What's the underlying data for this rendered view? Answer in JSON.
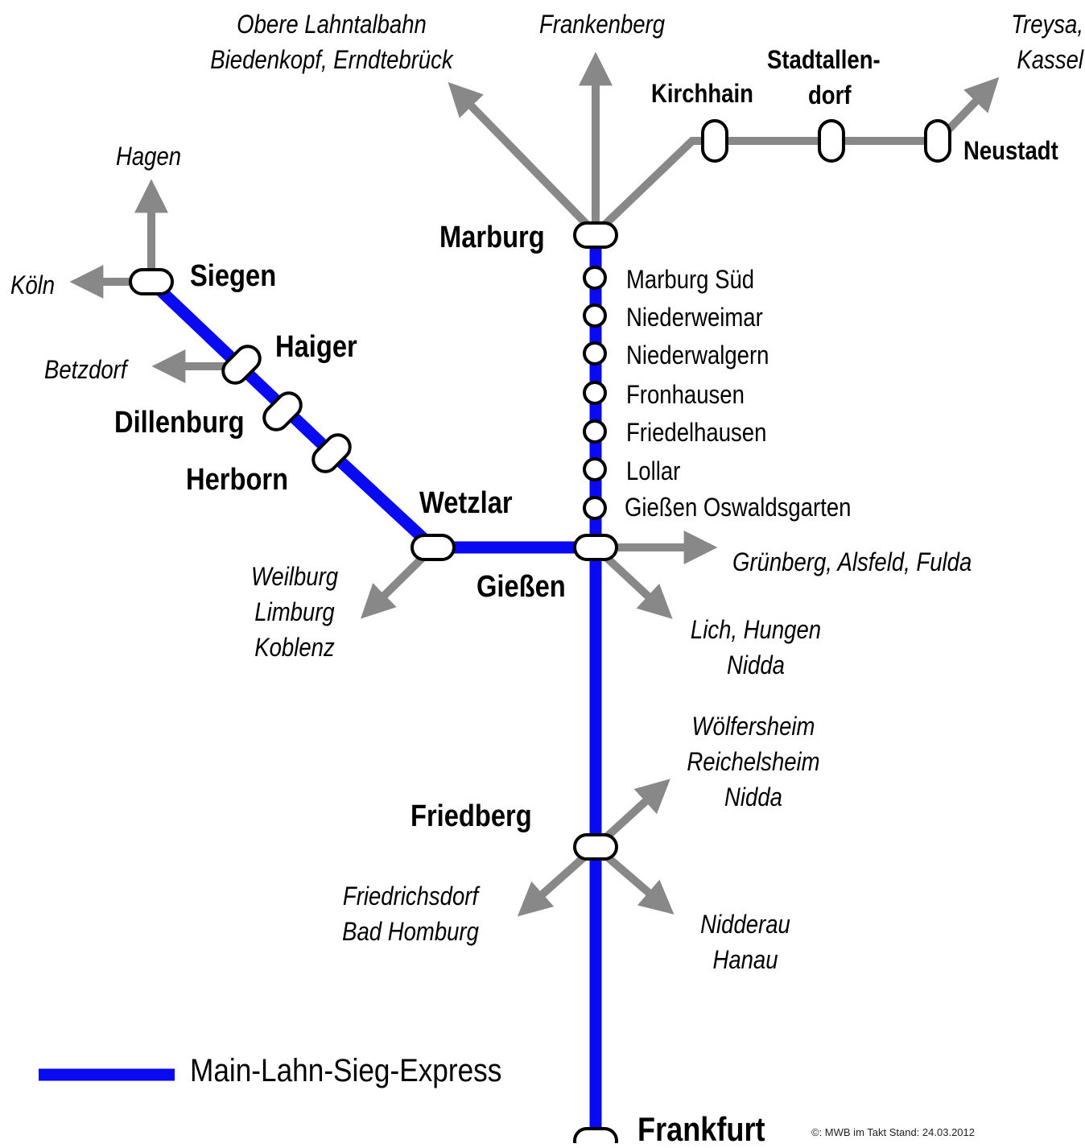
{
  "colors": {
    "line": "#0a0af2",
    "branch": "#888888",
    "station_fill": "#ffffff",
    "station_stroke": "#000000"
  },
  "line_name": "Main-Lahn-Sieg-Express",
  "major_stations": {
    "marburg": "Marburg",
    "siegen": "Siegen",
    "haiger": "Haiger",
    "dillenburg": "Dillenburg",
    "herborn": "Herborn",
    "wetzlar": "Wetzlar",
    "giessen": "Gießen",
    "friedberg": "Friedberg",
    "frankfurt": "Frankfurt"
  },
  "minor_stops": [
    "Marburg Süd",
    "Niederweimar",
    "Niederwalgern",
    "Fronhausen",
    "Friedelhausen",
    "Lollar",
    "Gießen Oswaldsgarten"
  ],
  "branch_stations": {
    "kirchhain": "Kirchhain",
    "stadtallendorf_1": "Stadtallen-",
    "stadtallendorf_2": "dorf",
    "neustadt": "Neustadt"
  },
  "destinations": {
    "obere_1": "Obere Lahntalbahn",
    "obere_2": "Biedenkopf, Erndtebrück",
    "frankenberg": "Frankenberg",
    "treysa_1": "Treysa,",
    "treysa_2": "Kassel",
    "hagen": "Hagen",
    "koeln": "Köln",
    "betzdorf": "Betzdorf",
    "weilburg_1": "Weilburg",
    "weilburg_2": "Limburg",
    "weilburg_3": "Koblenz",
    "gruenberg": "Grünberg, Alsfeld, Fulda",
    "lich_1": "Lich, Hungen",
    "lich_2": "Nidda",
    "woelfersheim_1": "Wölfersheim",
    "woelfersheim_2": "Reichelsheim",
    "woelfersheim_3": "Nidda",
    "friedrichsdorf_1": "Friedrichsdorf",
    "friedrichsdorf_2": "Bad Homburg",
    "nidderau_1": "Nidderau",
    "nidderau_2": "Hanau"
  },
  "credit": "©: MWB im Takt   Stand: 24.03.2012"
}
